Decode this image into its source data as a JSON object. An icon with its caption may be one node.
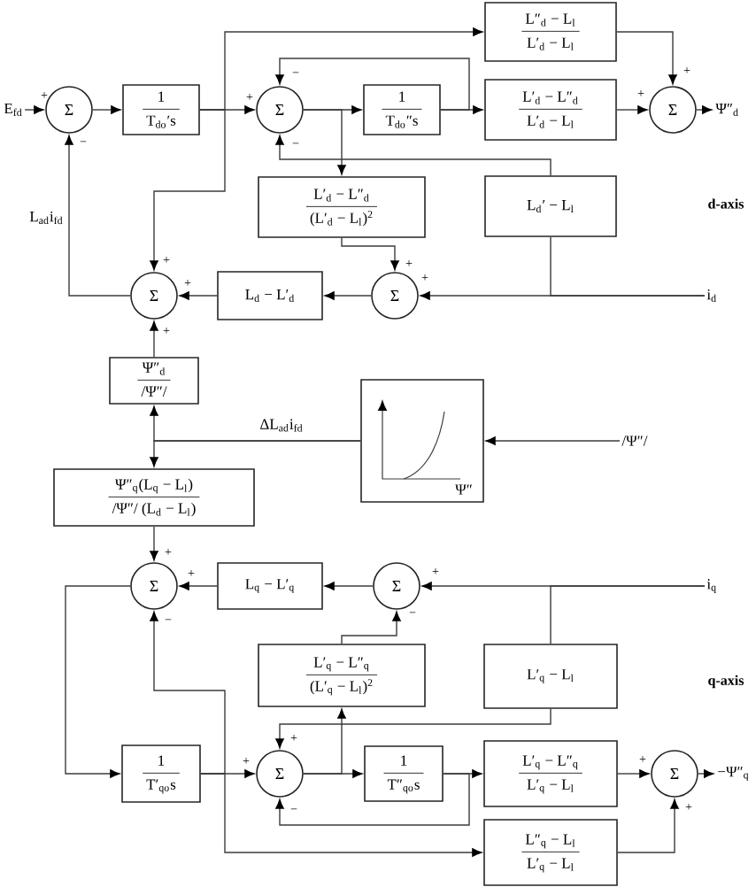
{
  "diagram": {
    "nodes": [
      {
        "text": [
          "E$_{fd}$"
        ]
      },
      {
        "text": [
          "Σ"
        ]
      },
      {
        "text": [
          "1",
          "T$_{do}$′s"
        ]
      },
      {
        "text": [
          "Σ"
        ]
      },
      {
        "text": [
          "1",
          "T$_{do}$″s"
        ]
      },
      {
        "text": [
          "L″$_{d}$ − L$_{l}$",
          "L′$_{d}$ − L$_{l}$"
        ]
      },
      {
        "text": [
          "L′$_{d}$ − L″$_{d}$",
          "L′$_{d}$ − L$_{l}$"
        ]
      },
      {
        "text": [
          "Σ"
        ]
      },
      {
        "text": [
          "Ψ″$_{d}$"
        ]
      },
      {
        "text": [
          "L′$_{d}$ − L″$_{d}$",
          "(L′$_{d}$ − L$_{l}$)$^{2}$"
        ]
      },
      {
        "text": [
          "L$_{d}$′ − L$_{l}$"
        ]
      },
      {
        "text": [
          "Σ"
        ]
      },
      {
        "text": [
          "L$_{d}$ − L′$_{d}$"
        ]
      },
      {
        "text": [
          "Σ"
        ]
      },
      {
        "text": [
          "i$_{d}$"
        ]
      },
      {
        "text": [
          "Ψ″$_{d}$",
          "/Ψ″/"
        ]
      },
      {
        "text": [
          "Ψ″"
        ]
      },
      {
        "text": [
          "/Ψ″/"
        ]
      },
      {
        "text": [
          "Ψ″$_{q}$(L$_{q}$ − L$_{l}$)",
          "/Ψ″/ (L$_{d}$ − L$_{l}$)"
        ]
      },
      {
        "text": [
          "Σ"
        ]
      },
      {
        "text": [
          "L$_{q}$ − L′$_{q}$"
        ]
      },
      {
        "text": [
          "Σ"
        ]
      },
      {
        "text": [
          "i$_{q}$"
        ]
      },
      {
        "text": [
          "L′$_{q}$ − L″$_{q}$",
          "(L′$_{q}$ − L$_{l}$)$^{2}$"
        ]
      },
      {
        "text": [
          "L′$_{q}$ − L$_{l}$"
        ]
      },
      {
        "text": [
          "1",
          "T′$_{qo}$s"
        ]
      },
      {
        "text": [
          "Σ"
        ]
      },
      {
        "text": [
          "1",
          "T″$_{qo}$s"
        ]
      },
      {
        "text": [
          "L′$_{q}$ − L″$_{q}$",
          "L′$_{q}$ − L$_{l}$"
        ]
      },
      {
        "text": [
          "Σ"
        ]
      },
      {
        "text": [
          "−Ψ″$_{q}$"
        ]
      },
      {
        "text": [
          "L″$_{q}$ − L$_{l}$",
          "L′$_{q}$ − L$_{l}$"
        ]
      }
    ],
    "edges": [
      {
        "from": 0,
        "to": 1,
        "arrow": "to"
      },
      {
        "from": 11,
        "to": 1,
        "arrow": "to",
        "label": "L$_{ad}$i$_{fd}$"
      },
      {
        "from": 1,
        "to": 2,
        "arrow": "to"
      },
      {
        "from": 2,
        "to": 3,
        "arrow": "to"
      },
      {
        "from": 2,
        "to": 5,
        "arrow": "to"
      },
      {
        "from": 2,
        "to": 11,
        "arrow": "to"
      },
      {
        "from": 3,
        "to": 4,
        "arrow": "to"
      },
      {
        "from": 4,
        "to": 3,
        "arrow": "to"
      },
      {
        "from": 3,
        "to": 9,
        "arrow": "to"
      },
      {
        "from": 4,
        "to": 6,
        "arrow": "to"
      },
      {
        "from": 6,
        "to": 7,
        "arrow": "to"
      },
      {
        "from": 5,
        "to": 7,
        "arrow": "to"
      },
      {
        "from": 7,
        "to": 8,
        "arrow": "to"
      },
      {
        "from": 10,
        "to": 3,
        "arrow": "to"
      },
      {
        "from": 14,
        "to": 10,
        "arrow": "none"
      },
      {
        "from": 14,
        "to": 13,
        "arrow": "to"
      },
      {
        "from": 9,
        "to": 13,
        "arrow": "to"
      },
      {
        "from": 13,
        "to": 12,
        "arrow": "to"
      },
      {
        "from": 12,
        "to": 11,
        "arrow": "to"
      },
      {
        "from": 15,
        "to": 11,
        "arrow": "to"
      },
      {
        "from": 16,
        "to": 15,
        "arrow": "to",
        "label": "ΔL$_{ad}$i$_{fd}$"
      },
      {
        "from": 16,
        "to": 18,
        "arrow": "to"
      },
      {
        "from": 17,
        "to": 16,
        "arrow": "to"
      },
      {
        "from": 18,
        "to": 19,
        "arrow": "to"
      },
      {
        "from": 20,
        "to": 19,
        "arrow": "to"
      },
      {
        "from": 21,
        "to": 20,
        "arrow": "to"
      },
      {
        "from": 22,
        "to": 21,
        "arrow": "to"
      },
      {
        "from": 23,
        "to": 21,
        "arrow": "to"
      },
      {
        "from": 22,
        "to": 24,
        "arrow": "none"
      },
      {
        "from": 24,
        "to": 26,
        "arrow": "to"
      },
      {
        "from": 19,
        "to": 25,
        "arrow": "to"
      },
      {
        "from": 25,
        "to": 26,
        "arrow": "to"
      },
      {
        "from": 25,
        "to": 19,
        "arrow": "to"
      },
      {
        "from": 25,
        "to": 31,
        "arrow": "to"
      },
      {
        "from": 26,
        "to": 27,
        "arrow": "to"
      },
      {
        "from": 26,
        "to": 23,
        "arrow": "to"
      },
      {
        "from": 27,
        "to": 28,
        "arrow": "to"
      },
      {
        "from": 27,
        "to": 26,
        "arrow": "to"
      },
      {
        "from": 28,
        "to": 29,
        "arrow": "to"
      },
      {
        "from": 31,
        "to": 29,
        "arrow": "to"
      },
      {
        "from": 29,
        "to": 30,
        "arrow": "to"
      }
    ],
    "labels": [
      "+",
      "−",
      "+",
      "−",
      "−",
      "+",
      "+",
      "d-axis",
      "+",
      "+",
      "+",
      "+",
      "+",
      "+",
      "+",
      "+",
      "−",
      "−",
      "q-axis",
      "+",
      "+",
      "+",
      "−",
      "+"
    ]
  }
}
